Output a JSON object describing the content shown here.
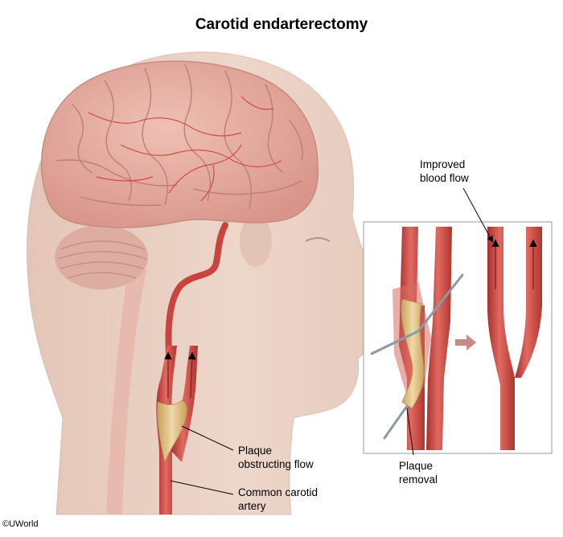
{
  "title": "Carotid endarterectomy",
  "labels": {
    "improved_line1": "Improved",
    "improved_line2": "blood flow",
    "plaque_obstruct_line1": "Plaque",
    "plaque_obstruct_line2": "obstructing flow",
    "carotid_line1": "Common carotid",
    "carotid_line2": "artery",
    "removal_line1": "Plaque",
    "removal_line2": "removal"
  },
  "copyright": "©UWorld",
  "colors": {
    "skin": "#e9cfc2",
    "brain": "#e2a79c",
    "artery": "#c8443f",
    "plaque": "#e8c98f"
  }
}
